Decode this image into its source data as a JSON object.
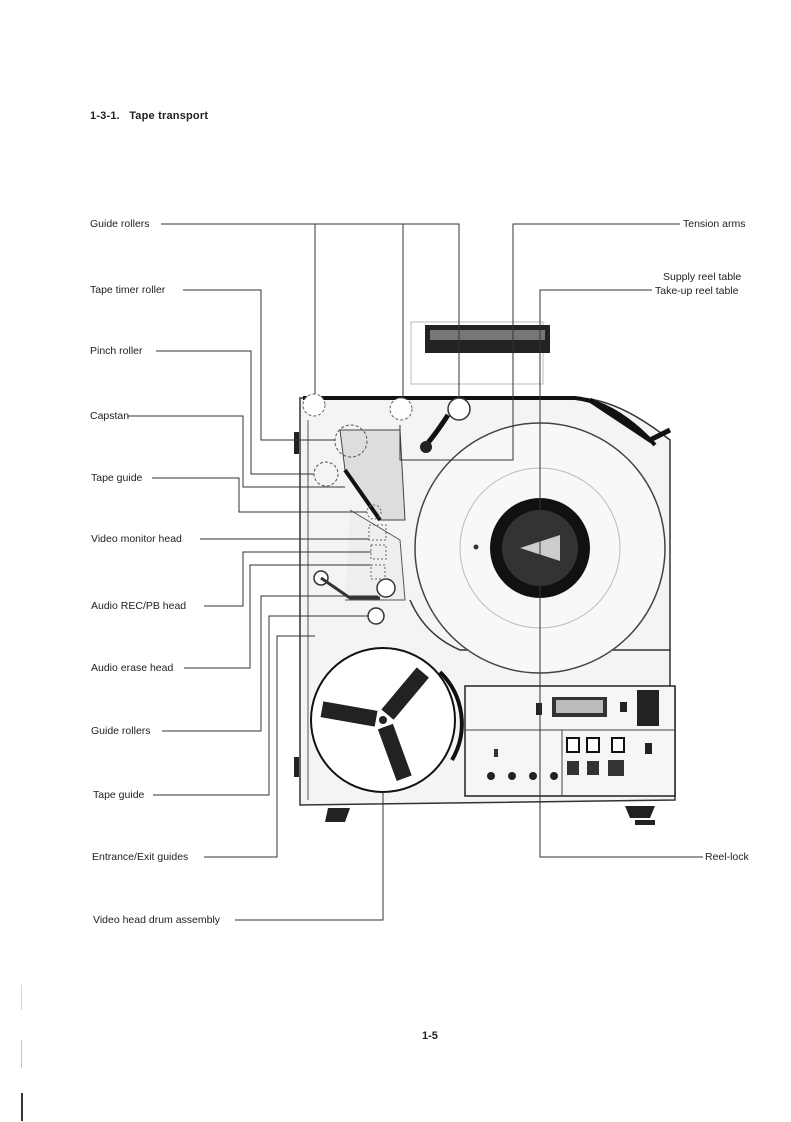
{
  "section": {
    "number": "1-3-1.",
    "title": "Tape transport"
  },
  "labels_left": [
    "Guide rollers",
    "Tape timer roller",
    "Pinch roller",
    "Capstan",
    "Tape guide",
    "Video monitor head",
    "Audio REC/PB head",
    "Audio erase head",
    "Guide rollers",
    "Tape guide",
    "Entrance/Exit guides",
    "Video head drum assembly"
  ],
  "labels_right": [
    "Tension arms",
    "Supply reel table",
    "Take-up reel table",
    "Reel-lock"
  ],
  "figure": {
    "description": "Photograph of tape transport deck with callout leader lines"
  },
  "page_number": "1-5"
}
